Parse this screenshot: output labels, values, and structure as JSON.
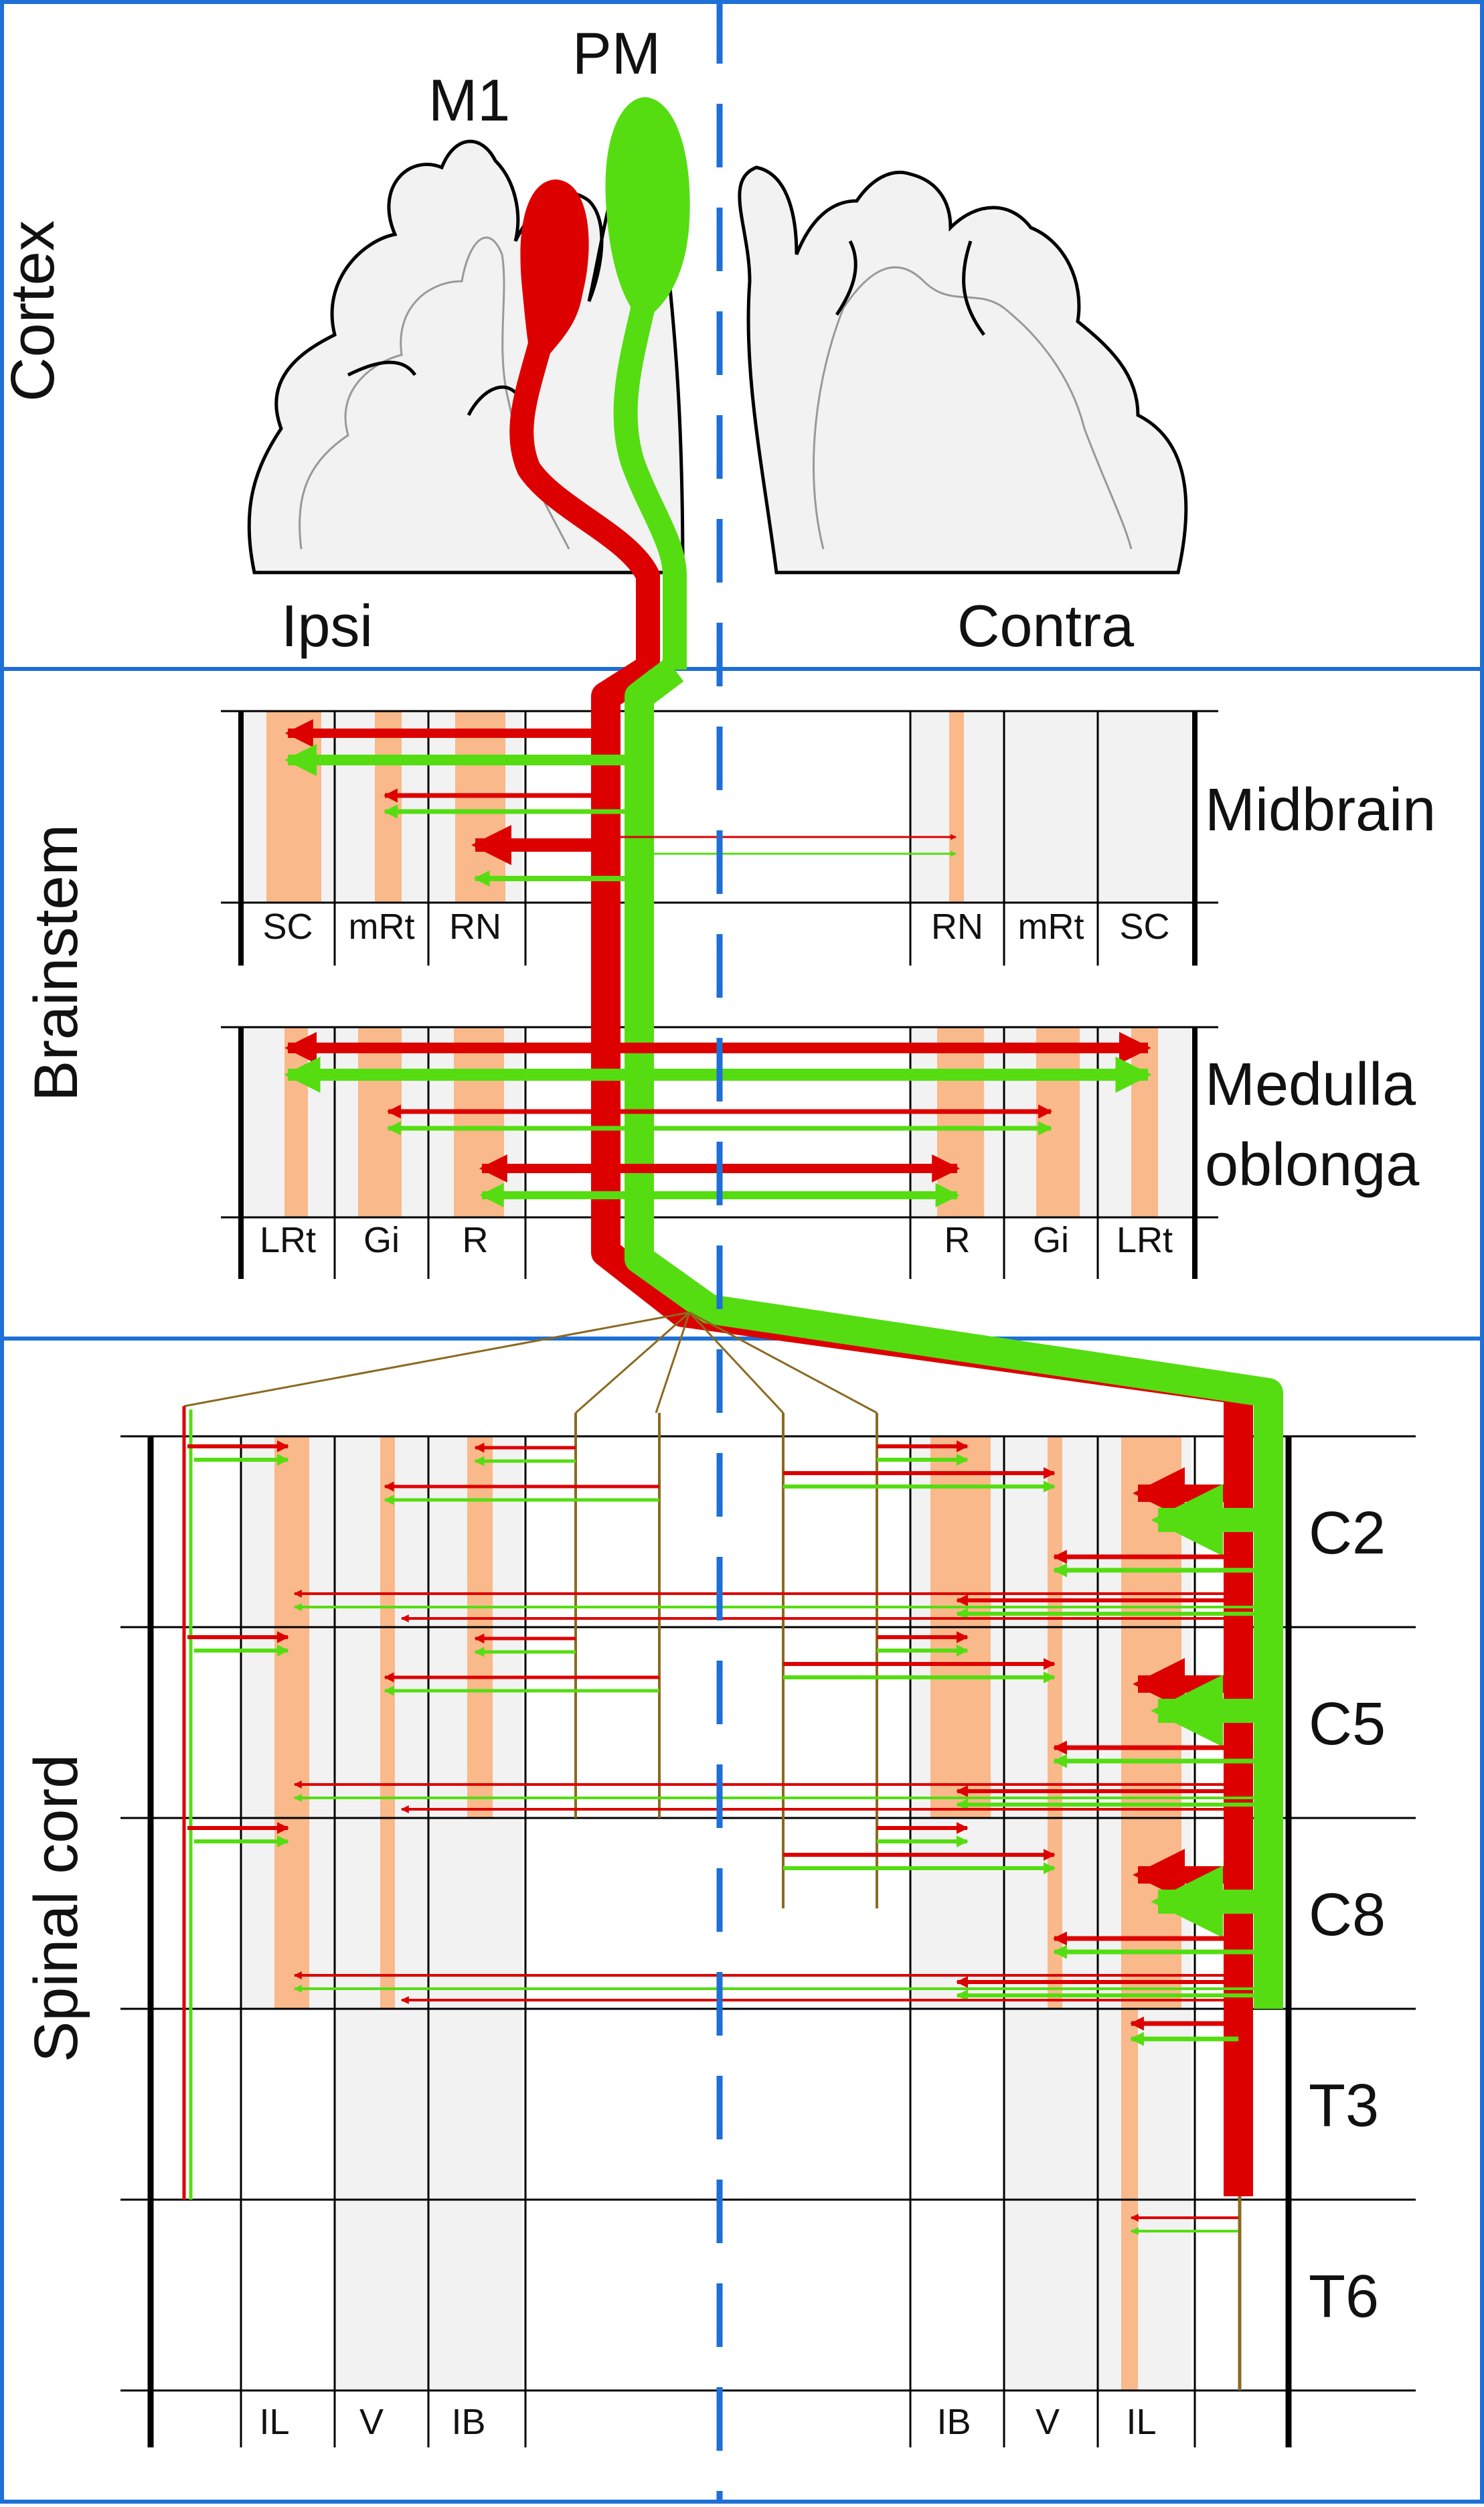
{
  "sections": {
    "cortex": "Cortex",
    "brainstem": "Brainstem",
    "spinal": "Spinal cord"
  },
  "cortex": {
    "m1": "M1",
    "pm": "PM",
    "ipsi": "Ipsi",
    "contra": "Contra"
  },
  "midbrain": {
    "label": "Midbrain",
    "left": [
      "SC",
      "mRt",
      "RN"
    ],
    "right": [
      "RN",
      "mRt",
      "SC"
    ]
  },
  "medulla": {
    "label_1": "Medulla",
    "label_2": "oblonga",
    "left": [
      "LRt",
      "Gi",
      "R"
    ],
    "right": [
      "R",
      "Gi",
      "LRt"
    ]
  },
  "spinal": {
    "levels": [
      "C2",
      "C5",
      "C8",
      "T3",
      "T6"
    ],
    "left": [
      "IL",
      "V",
      "IB"
    ],
    "right": [
      "IB",
      "V",
      "IL"
    ]
  },
  "colors": {
    "m1": "#dd0000",
    "pm": "#55dd11",
    "target": "#f9b98a",
    "grey": "#f2f2f2",
    "frame": "#1e6fd6"
  }
}
